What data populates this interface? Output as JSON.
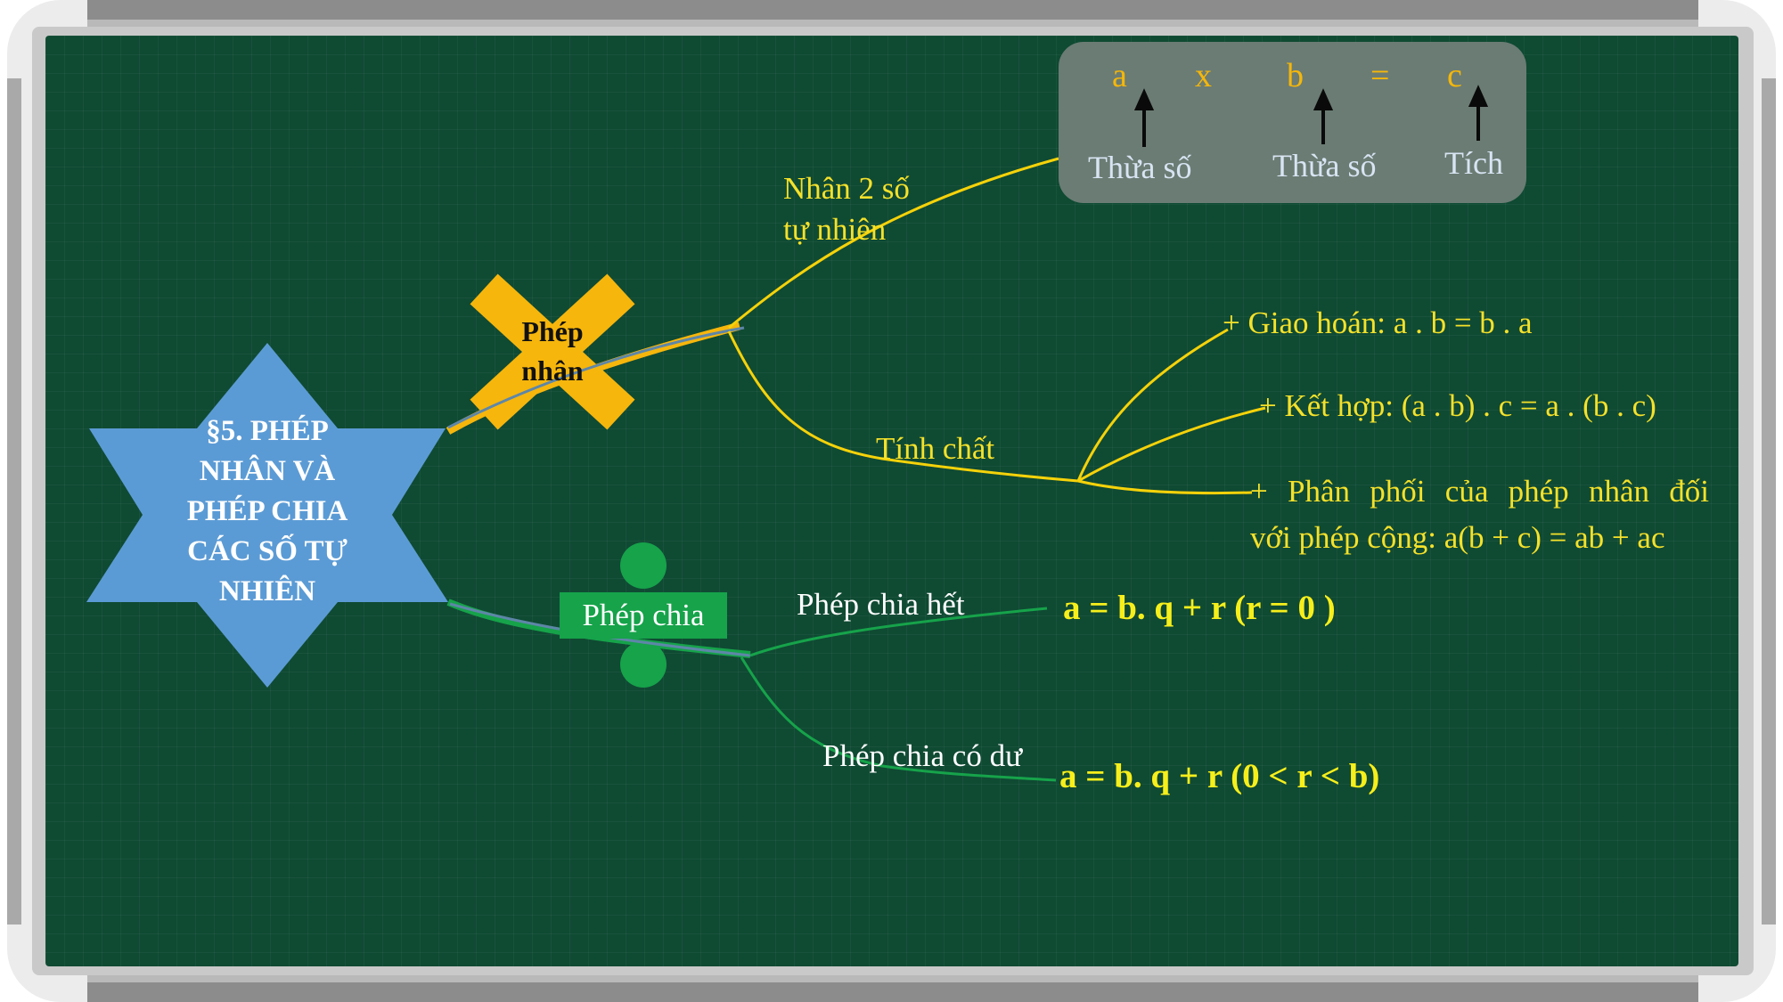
{
  "title": "§5. PHÉP NHÂN VÀ PHÉP CHIA CÁC SỐ TỰ NHIÊN",
  "title_lines": [
    "§5. PHÉP",
    "NHÂN VÀ",
    "PHÉP CHIA",
    "CÁC SỐ TỰ",
    "NHIÊN"
  ],
  "multiplication": {
    "label": "Phép nhân",
    "label_lines": [
      "Phép",
      "nhân"
    ],
    "product_branch": {
      "lines": [
        "Nhân 2 số",
        "tự nhiên"
      ]
    },
    "formula": {
      "symbols": [
        "a",
        "x",
        "b",
        "=",
        "c"
      ],
      "labels": [
        "Thừa số",
        "Thừa số",
        "Tích"
      ]
    },
    "properties_branch": {
      "label": "Tính chất",
      "items": [
        "+ Giao hoán: a . b = b . a",
        "+ Kết hợp: (a . b) . c = a . (b . c)"
      ],
      "distributive_lines": [
        "+ Phân phối của phép nhân đối",
        "với phép cộng: a(b + c) = ab + ac"
      ]
    }
  },
  "division": {
    "label": "Phép chia",
    "exact": {
      "label": "Phép chia hết",
      "formula": "a = b. q + r  (r = 0 )"
    },
    "remainder": {
      "label": "Phép chia có dư",
      "formula": "a = b. q + r  (0 < r < b)"
    }
  },
  "colors": {
    "board": "#0f4a33",
    "star": "#5b9bd5",
    "cross": "#f6b60c",
    "division_green": "#16a34a",
    "text_yellow": "#f5e12a",
    "formula_symbols": "#f5b70a",
    "panel": "#6b7c74"
  }
}
